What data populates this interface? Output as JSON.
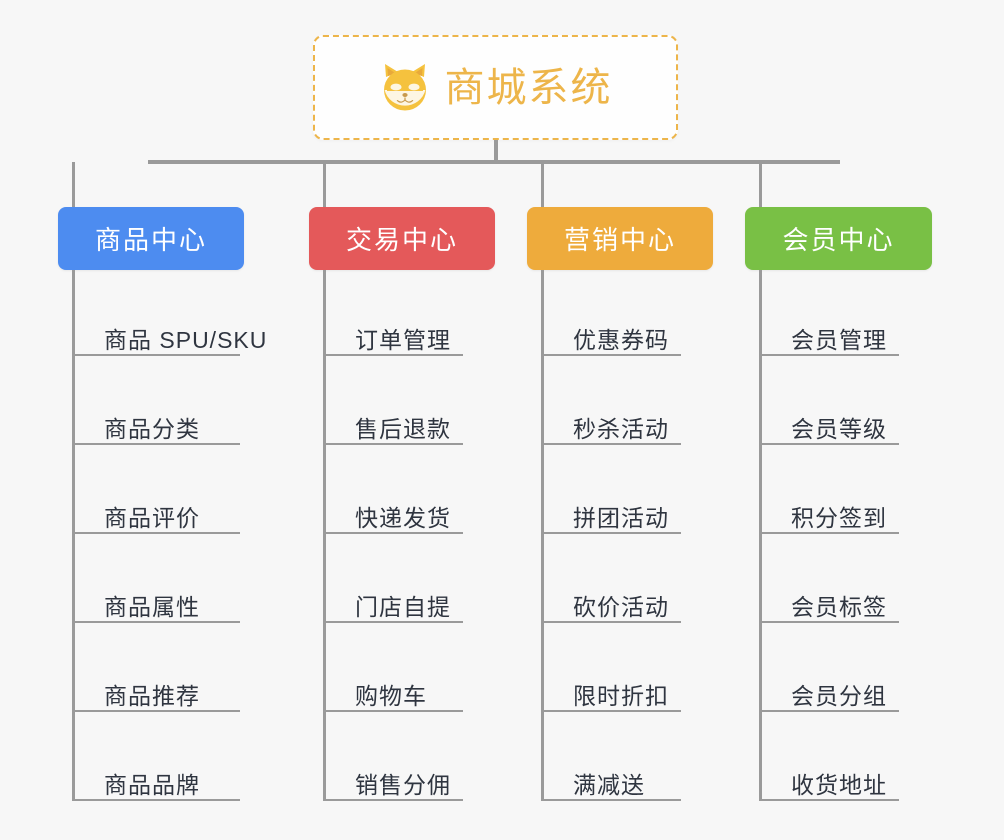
{
  "diagram": {
    "root": {
      "title": "商城系统",
      "icon": "shiba-dog-icon",
      "accent_color": "#edb54a",
      "background_color": "#fefefe"
    },
    "canvas_background": "#f7f7f7",
    "connector_color": "#9a9a9a",
    "leaf_text_color": "#2f3540",
    "columns": [
      {
        "title": "商品中心",
        "color": "#4d8cf0",
        "items": [
          "商品 SPU/SKU",
          "商品分类",
          "商品评价",
          "商品属性",
          "商品推荐",
          "商品品牌"
        ]
      },
      {
        "title": "交易中心",
        "color": "#e4595a",
        "items": [
          "订单管理",
          "售后退款",
          "快递发货",
          "门店自提",
          "购物车",
          "销售分佣"
        ]
      },
      {
        "title": "营销中心",
        "color": "#eeab3c",
        "items": [
          "优惠券码",
          "秒杀活动",
          "拼团活动",
          "砍价活动",
          "限时折扣",
          "满减送"
        ]
      },
      {
        "title": "会员中心",
        "color": "#79c045",
        "items": [
          "会员管理",
          "会员等级",
          "积分签到",
          "会员标签",
          "会员分组",
          "收货地址"
        ]
      }
    ]
  }
}
